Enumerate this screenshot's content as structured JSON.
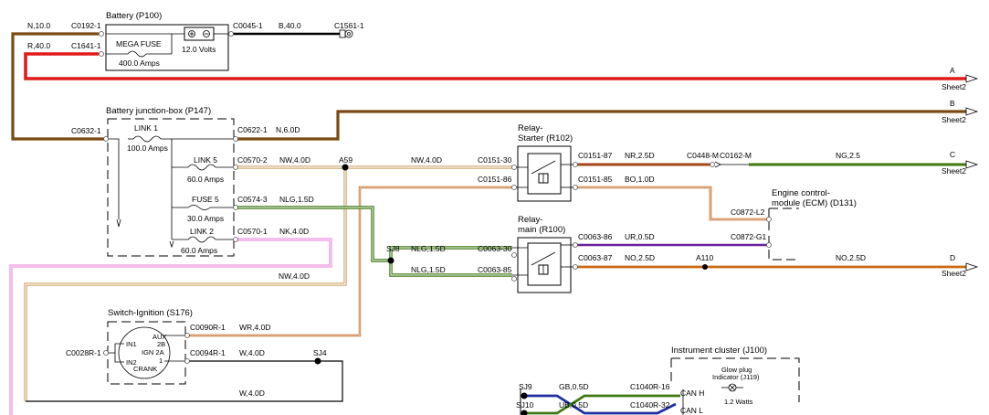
{
  "colors": {
    "brown": "#7a4a12",
    "red": "#e11a1a",
    "black": "#000000",
    "tan": "#c79a57",
    "green": "#3d7a12",
    "orange": "#c1651c",
    "pink": "#e87bd6",
    "purple": "#6a1f9e",
    "blue": "#1d2fa1",
    "orange_brown": "#c96a12"
  },
  "battery": {
    "title": "Battery (P100)",
    "fuse": "MEGA FUSE",
    "fuse_rating": "400.0 Amps",
    "volts": "12.0 Volts",
    "c0192": "C0192-1",
    "c1641": "C1641-1",
    "c0045": "C0045-1",
    "c1561": "C1561-1",
    "w_n10": "N,10.0",
    "w_r40": "R,40.0",
    "w_b40": "B,40.0"
  },
  "jbox": {
    "title": "Battery junction-box (P147)",
    "link1": "LINK 1",
    "link1_rating": "100.0 Amps",
    "link5": "LINK 5",
    "link5_rating": "60.0 Amps",
    "fuse5": "FUSE 5",
    "fuse5_rating": "30.0 Amps",
    "link2": "LINK 2",
    "link2_rating": "60.0 Amps",
    "c0632": "C0632-1",
    "c0622": "C0622-1",
    "c0570_2": "C0570-2",
    "c0574": "C0574-3",
    "c0570_1": "C0570-1",
    "w_n6": "N,6.0D",
    "w_nw4": "NW,4.0D",
    "w_nlg15": "NLG,1.5D",
    "w_nk4": "NK,4.0D"
  },
  "splices": {
    "a59": "A59",
    "sj8": "SJ8",
    "sj4": "SJ4",
    "a110": "A110",
    "sj9": "SJ9",
    "sj10": "SJ10"
  },
  "relay_starter": {
    "title1": "Relay-",
    "title2": "Starter (R102)",
    "c30": "C0151-30",
    "c86": "C0151-86",
    "c87": "C0151-87",
    "c85": "C0151-85",
    "w_nw4": "NW,4.0D",
    "w_nr25": "NR,2.5D",
    "w_bo1": "BO,1.0D",
    "c0448": "C0448-M",
    "c0162": "C0162-M",
    "w_ng25": "NG,2.5"
  },
  "relay_main": {
    "title1": "Relay-",
    "title2": "main (R100)",
    "c30": "C0063-30",
    "c85": "C0063-85",
    "c86": "C0063-86",
    "c87": "C0063-87",
    "w_nlg15a": "NLG,1.5D",
    "w_nlg15b": "NLG,1.5D",
    "w_ur05": "UR,0.5D",
    "w_no25a": "NO,2.5D",
    "w_no25b": "NO,2.5D"
  },
  "ecm": {
    "title1": "Engine control-",
    "title2": "module (ECM) (D131)",
    "c_l2": "C0872-L2",
    "c_g1": "C0872-G1"
  },
  "ignition": {
    "title": "Switch-Ignition (S176)",
    "aux": "AUX",
    "p2b": "2B",
    "in1": "IN1",
    "ign2a": "IGN 2A",
    "in2": "IN2",
    "p1": "1",
    "crank": "CRANK",
    "c0090": "C0090R-1",
    "c0094": "C0094R-1",
    "c0028": "C0028R-1",
    "w_wr4": "WR,4.0D",
    "w_w4a": "W,4.0D",
    "w_w4b": "W,4.0D",
    "w_nw4": "NW,4.0D"
  },
  "cluster": {
    "title": "Instrument cluster (J100)",
    "glow1": "Glow plug",
    "glow2": "Indicator (J119)",
    "glow_w": "1.2 Watts",
    "can_h": "CAN H",
    "can_l": "CAN L",
    "c16": "C1040R-16",
    "c32": "C1040R-32",
    "w_gb": "GB,0.5D",
    "w_ub": "UB,0.5D"
  },
  "offsheet": {
    "a": "A",
    "b": "B",
    "c": "C",
    "d": "D",
    "sheet": "Sheet2"
  }
}
